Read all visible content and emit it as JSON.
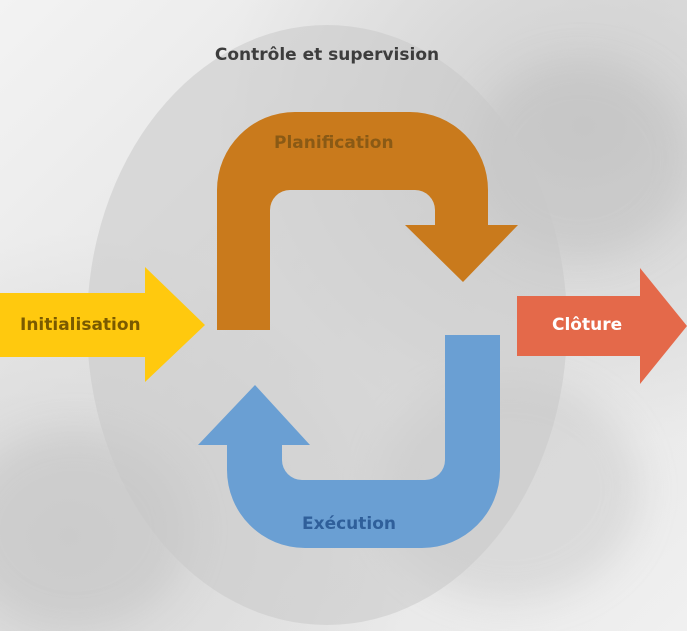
{
  "diagram": {
    "title": "Contrôle et supervision",
    "phases": {
      "initialisation": "Initialisation",
      "planification": "Planification",
      "execution": "Exécution",
      "cloture": "Clôture"
    }
  },
  "colors": {
    "ellipse": "#c8c8c8",
    "initialisation": "#ffc90e",
    "planification": "#c97a1c",
    "execution": "#6a9fd3",
    "cloture": "#e4694a",
    "title_text": "#3d3d3d"
  },
  "icons": {
    "initialisation_arrow": "right-arrow",
    "cloture_arrow": "right-arrow",
    "planification_arrow": "u-turn-down-arrow",
    "execution_arrow": "u-turn-up-arrow"
  }
}
